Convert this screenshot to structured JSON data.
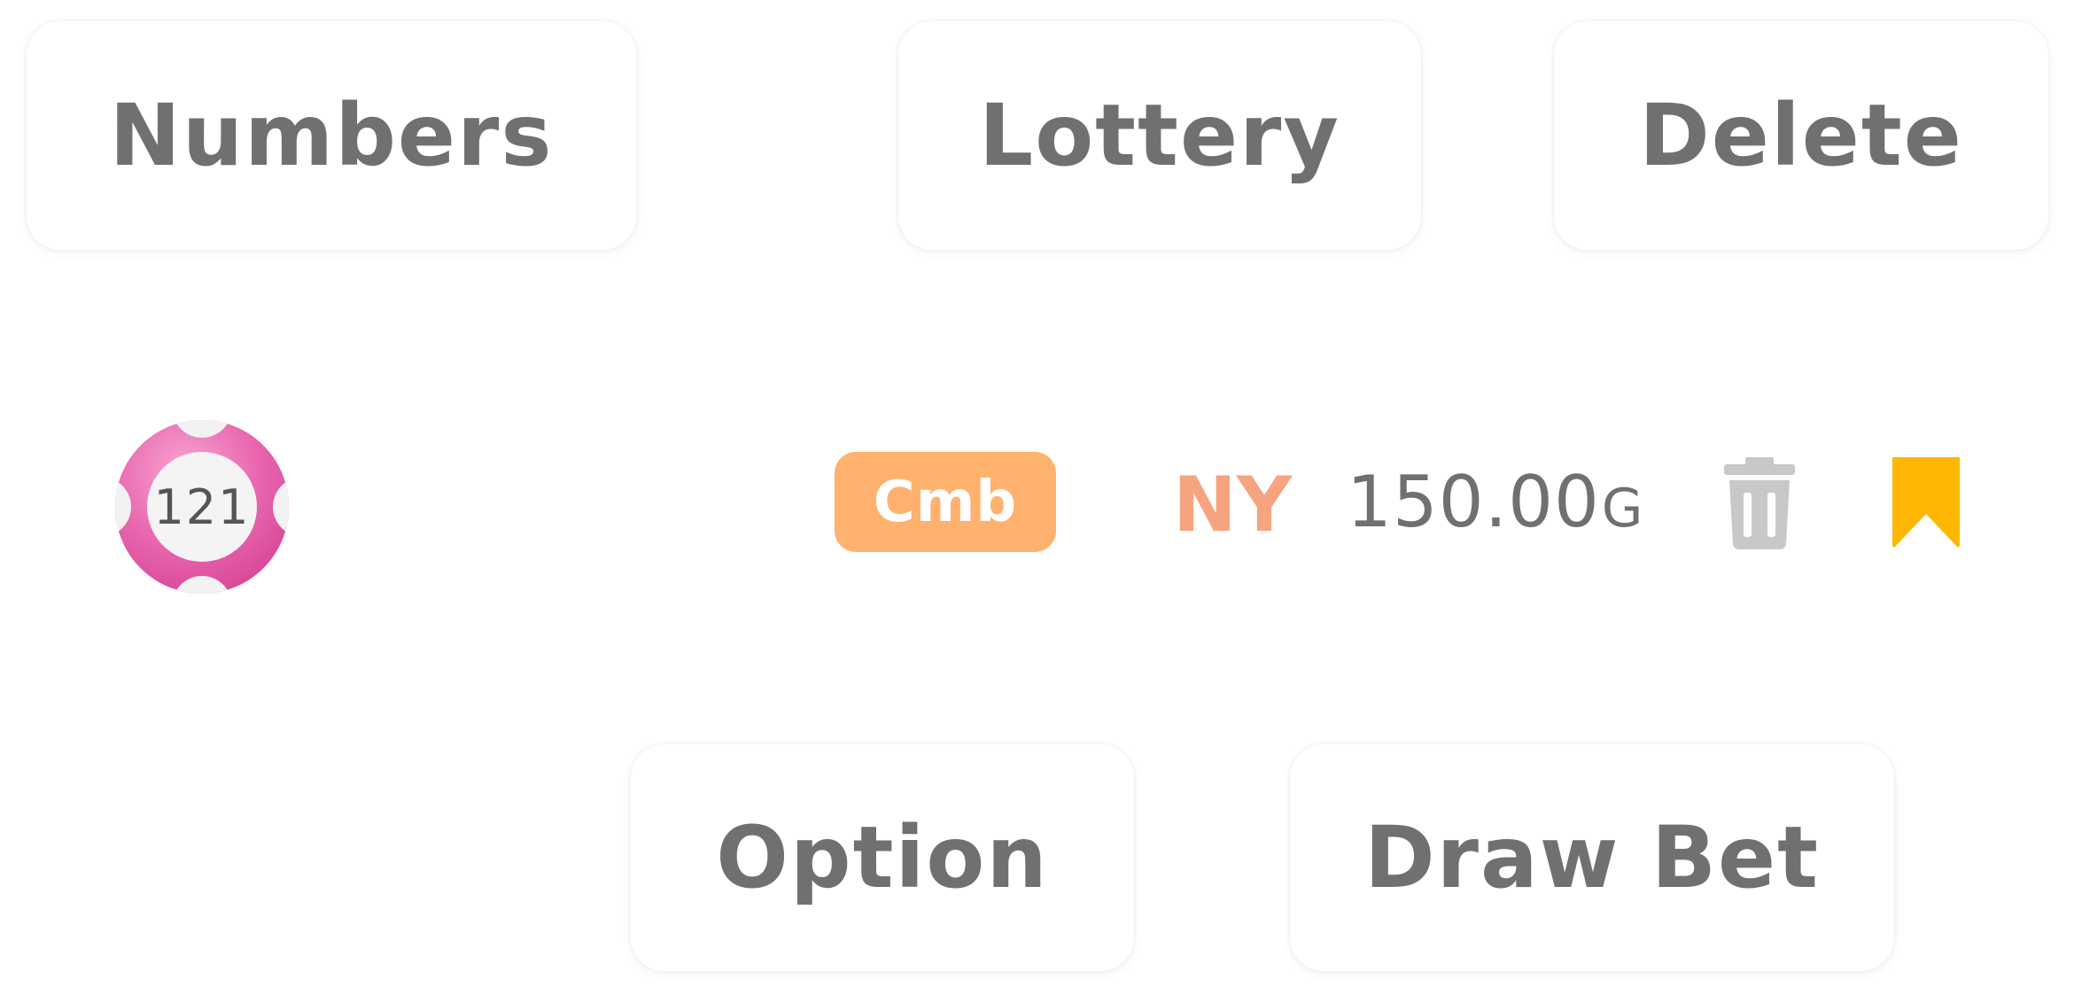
{
  "callouts": {
    "numbers": "Numbers",
    "lottery": "Lottery",
    "delete": "Delete",
    "option": "Option",
    "draw_bet": "Draw Bet"
  },
  "bet_row": {
    "number": "121",
    "option": "Cmb",
    "lottery": "NY",
    "amount": "150.00",
    "currency": "G",
    "delete_icon": "trash-icon",
    "bookmark_icon": "bookmark-icon"
  },
  "colors": {
    "ball_pink": "#E458A0",
    "option_badge": "#FFB26E",
    "lottery_code": "#F5A47F",
    "label_gray": "#707070",
    "trash_gray": "#C8C8C8",
    "bookmark": "#FFB703"
  }
}
